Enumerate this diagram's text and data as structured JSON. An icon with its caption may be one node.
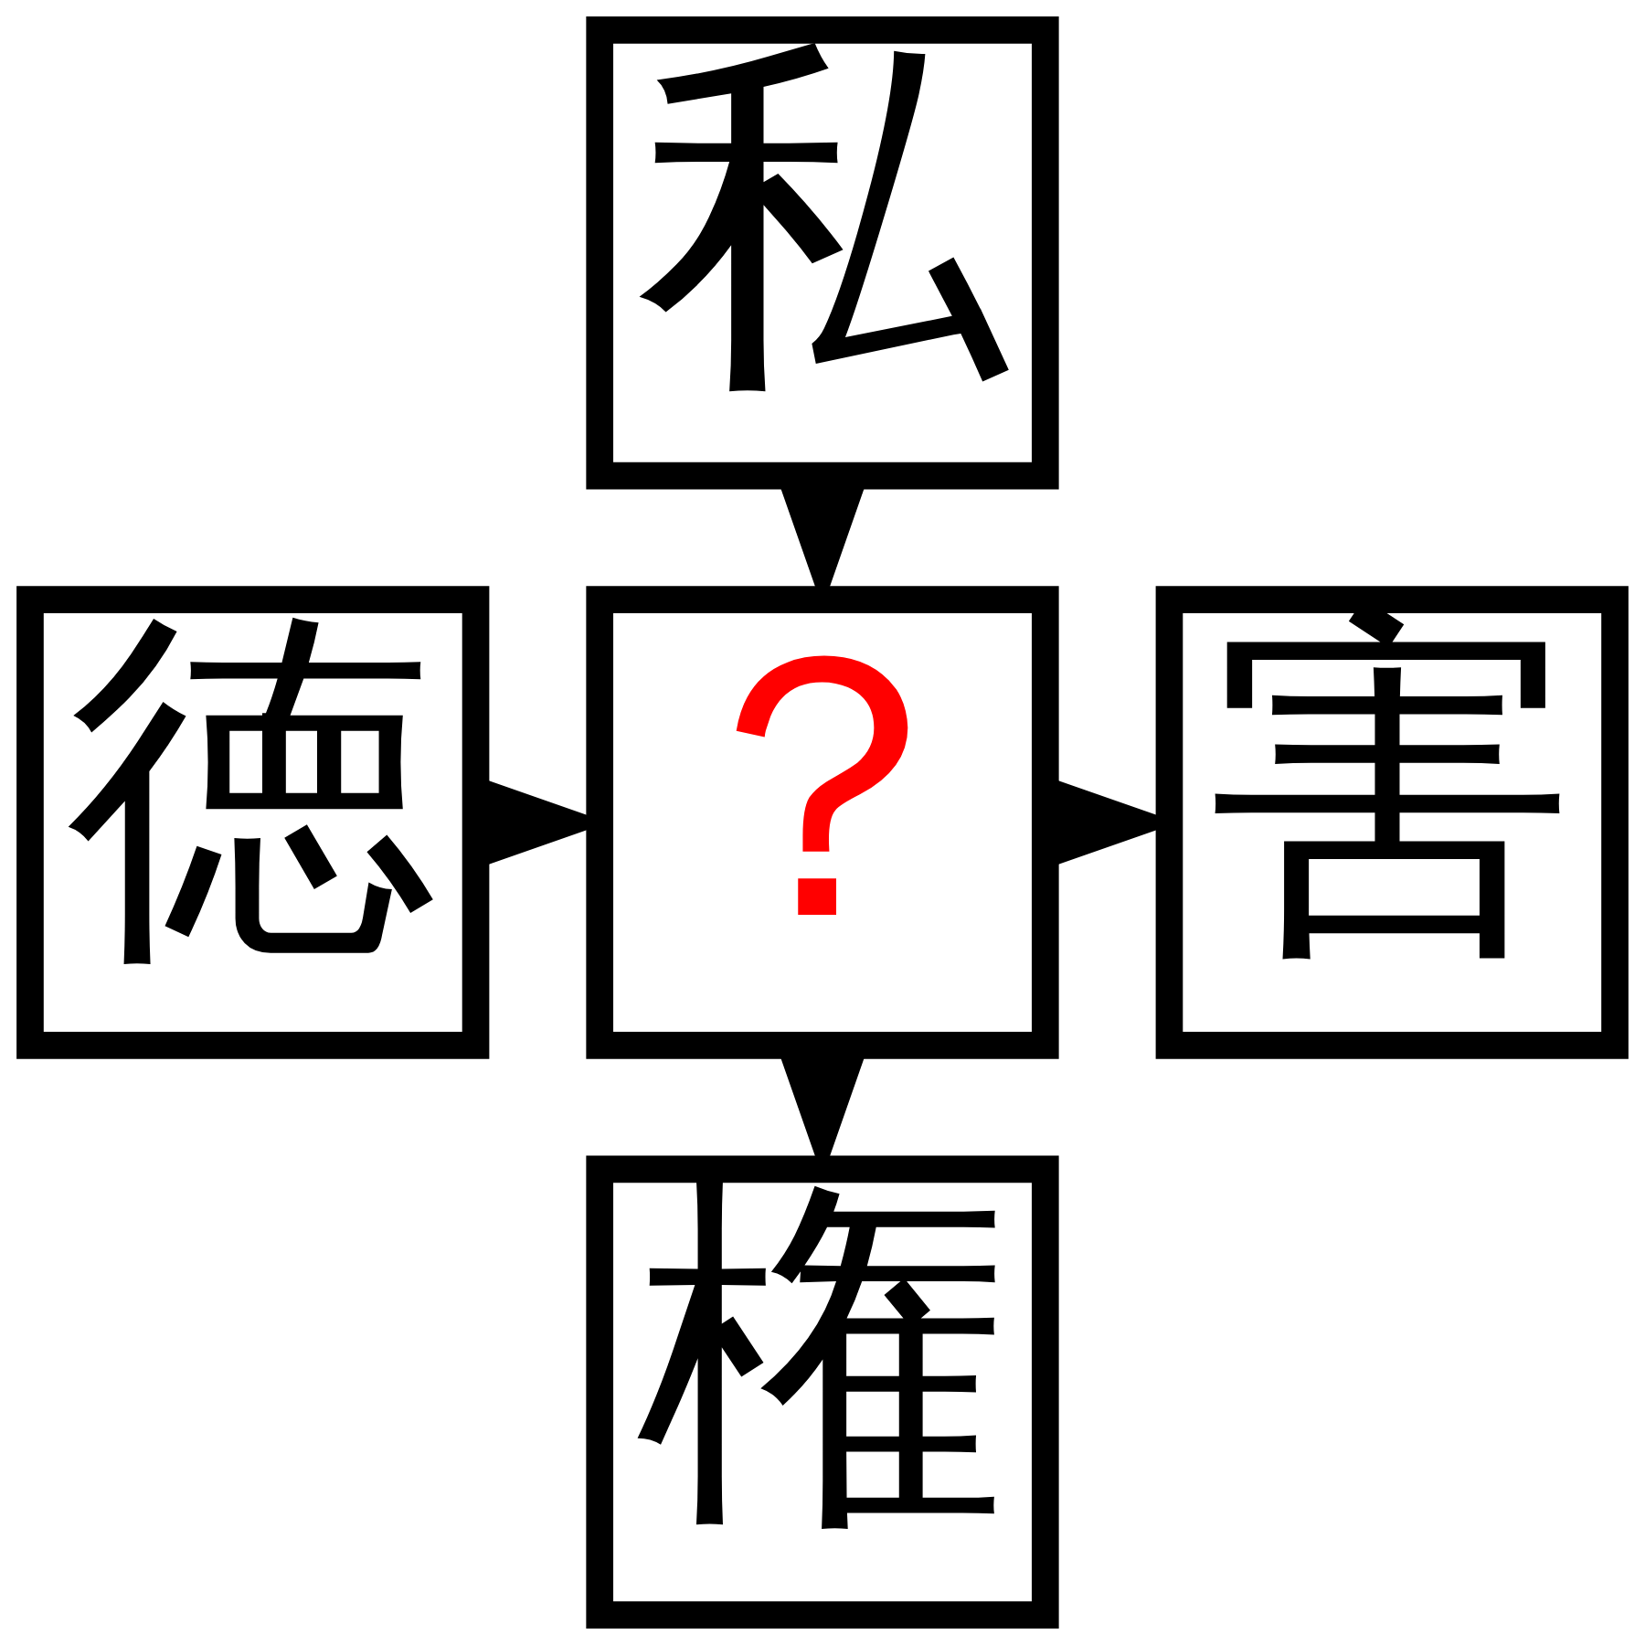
{
  "diagram": {
    "nodes": [
      {
        "text": [
          "私"
        ]
      },
      {
        "text": [
          "徳"
        ]
      },
      {
        "text": [
          "？"
        ]
      },
      {
        "text": [
          "害"
        ]
      },
      {
        "text": [
          "権"
        ]
      }
    ],
    "edges": [
      {
        "from": 0,
        "to": 2,
        "arrow": "to"
      },
      {
        "from": 1,
        "to": 2,
        "arrow": "to"
      },
      {
        "from": 2,
        "to": 3,
        "arrow": "to"
      },
      {
        "from": 2,
        "to": 4,
        "arrow": "to"
      }
    ]
  }
}
